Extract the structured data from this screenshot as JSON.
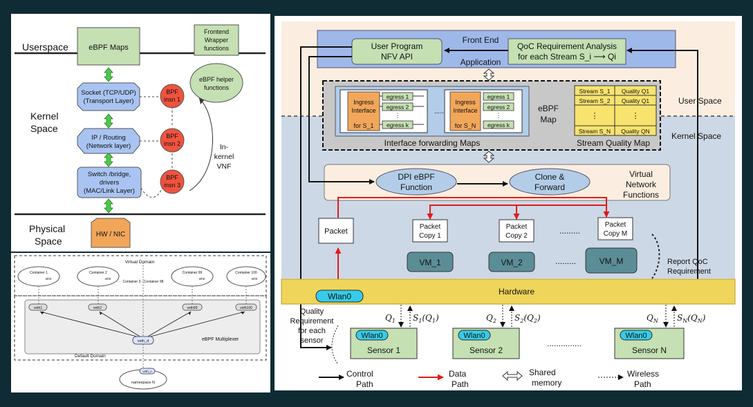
{
  "left_top": {
    "userspace": "Userspace",
    "kernel_space": [
      "Kernel",
      "Space"
    ],
    "physical_space": [
      "Physical",
      "Space"
    ],
    "ebpf_maps": "eBPF Maps",
    "frontend_wrapper": [
      "Frontend",
      "Wrapper",
      "functions"
    ],
    "helper": [
      "eBPF helper",
      "functions"
    ],
    "socket": [
      "Socket  (TCP/UDP)",
      "(Transport Layer)"
    ],
    "ip_routing": [
      "IP / Routing",
      "(Network layer)"
    ],
    "switch": [
      "Switch /bridge,",
      "drivers",
      "(MAC/Link Layer)"
    ],
    "bpf1": [
      "BPF",
      "insn 1"
    ],
    "bpf2": [
      "BPF",
      "insn 2"
    ],
    "bpf3": [
      "BPF",
      "insn 3"
    ],
    "inkernel": [
      "In-",
      "kernel",
      "VNF"
    ],
    "hw_nic": "HW / NIC"
  },
  "left_bottom": {
    "virtual_domain": "Virtual Domain",
    "default_domain": "Default Domain",
    "multiplexer": "eBPF Multiplexer",
    "containers": [
      "Container 1",
      "Container 2",
      "Container 99",
      "Container 100"
    ],
    "eth": "eth0",
    "dots_label": "Container 3 - Container 98",
    "veths": [
      "veth1",
      "veth2",
      "veth99",
      "veth100"
    ],
    "veth_d": "veth_d",
    "veth_n": "veth_n",
    "namespace": "namespace N"
  },
  "right": {
    "front_end": "Front End",
    "application": "Application",
    "user_program": [
      "User Program",
      "NFV API"
    ],
    "qoc": [
      "QoC Requirement Analysis",
      "for each Stream S_i ⟶ Qi"
    ],
    "user_space": "User  Space",
    "kernel_space": "Kernel  Space",
    "ingress1": [
      "Ingress",
      "Interface",
      "for S_1"
    ],
    "ingressN": [
      "Ingress",
      "Interface",
      "for S_N"
    ],
    "egress": [
      "egress 1",
      "egress 2",
      "egress k"
    ],
    "ebpf_map": [
      "eBPF",
      "Map"
    ],
    "stream_rows": [
      [
        "Stream S_1",
        "Quality Q1"
      ],
      [
        "Stream S_2",
        "Quality Q1"
      ],
      [
        "Stream S_N",
        "Quality QN"
      ]
    ],
    "interface_maps": "Interface forwarding Maps",
    "stream_quality_map": "Stream Quality Map",
    "dpi": [
      "DPI eBPF",
      "Function"
    ],
    "clone": [
      "Clone &",
      "Forward"
    ],
    "vnf": [
      "Virtual",
      "Network",
      "Functions"
    ],
    "packet": "Packet",
    "copies": [
      [
        "Packet",
        "Copy 1"
      ],
      [
        "Packet",
        "Copy 2"
      ],
      [
        "Packet",
        "Copy M"
      ]
    ],
    "vms": [
      "VM_1",
      "VM_2",
      "VM_M"
    ],
    "report": [
      "Report QoC",
      "Requirement"
    ],
    "hardware": "Hardware",
    "wlan": "Wlan0",
    "quality_req": [
      "Quality",
      "Requirement",
      "for each",
      "sensor"
    ],
    "sensors": [
      "Sensor 1",
      "Sensor 2",
      "Sensor N"
    ],
    "q_labels": [
      [
        "Q",
        "1",
        "S",
        "1",
        "Q",
        "1"
      ],
      [
        "Q",
        "2",
        "S",
        "2",
        "Q",
        "2"
      ],
      [
        "Q",
        "N",
        "S",
        "N",
        "Q",
        "N"
      ]
    ],
    "legend": {
      "control": [
        "Control",
        "Path"
      ],
      "data": [
        "Data",
        "Path"
      ],
      "shared": [
        "Shared",
        "memory"
      ],
      "wireless": [
        "Wireless",
        "Path"
      ]
    }
  },
  "colors": {
    "green": "#c5e0b3",
    "blue": "#a9c4f2",
    "red": "#f0533e",
    "orange": "#f2a65a",
    "teal": "#5b8d97",
    "hardware": "#efd55a",
    "frontend": "#9fb8ea",
    "kernel_bg": "#cdd8e6"
  }
}
